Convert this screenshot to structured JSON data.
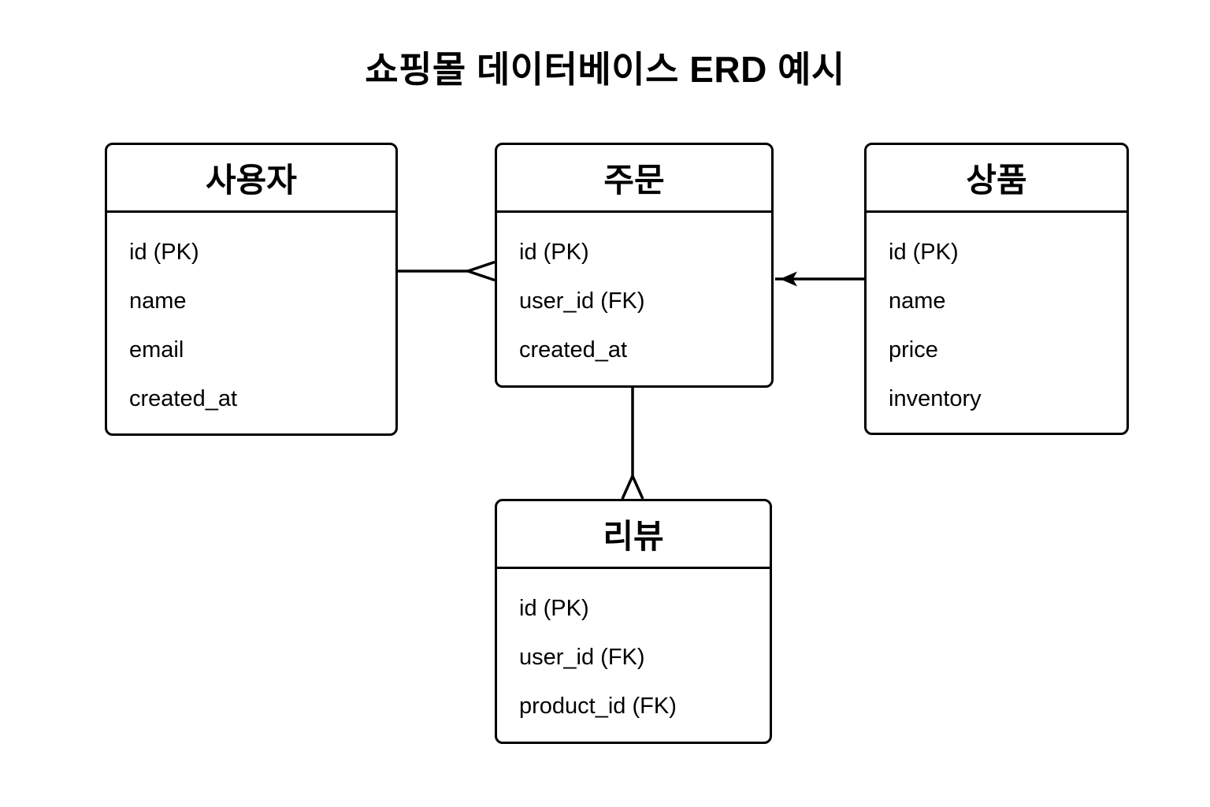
{
  "title": "쇼핑몰 데이터베이스 ERD 예시",
  "entities": [
    {
      "name": "사용자",
      "fields": [
        "id (PK)",
        "name",
        "email",
        "created_at"
      ]
    },
    {
      "name": "주문",
      "fields": [
        "id (PK)",
        "user_id (FK)",
        "created_at"
      ]
    },
    {
      "name": "상품",
      "fields": [
        "id (PK)",
        "name",
        "price",
        "inventory"
      ]
    },
    {
      "name": "리뷰",
      "fields": [
        "id (PK)",
        "user_id (FK)",
        "product_id (FK)"
      ]
    }
  ],
  "relationships": [
    {
      "from": "사용자",
      "to": "주문",
      "marker": "crow-foot-many",
      "marker_at": "주문"
    },
    {
      "from": "상품",
      "to": "주문",
      "marker": "filled-arrow",
      "marker_at": "주문"
    },
    {
      "from": "주문",
      "to": "리뷰",
      "marker": "crow-foot-many",
      "marker_at": "리뷰"
    }
  ],
  "colors": {
    "background": "#ffffff",
    "line": "#000000",
    "text": "#000000"
  }
}
